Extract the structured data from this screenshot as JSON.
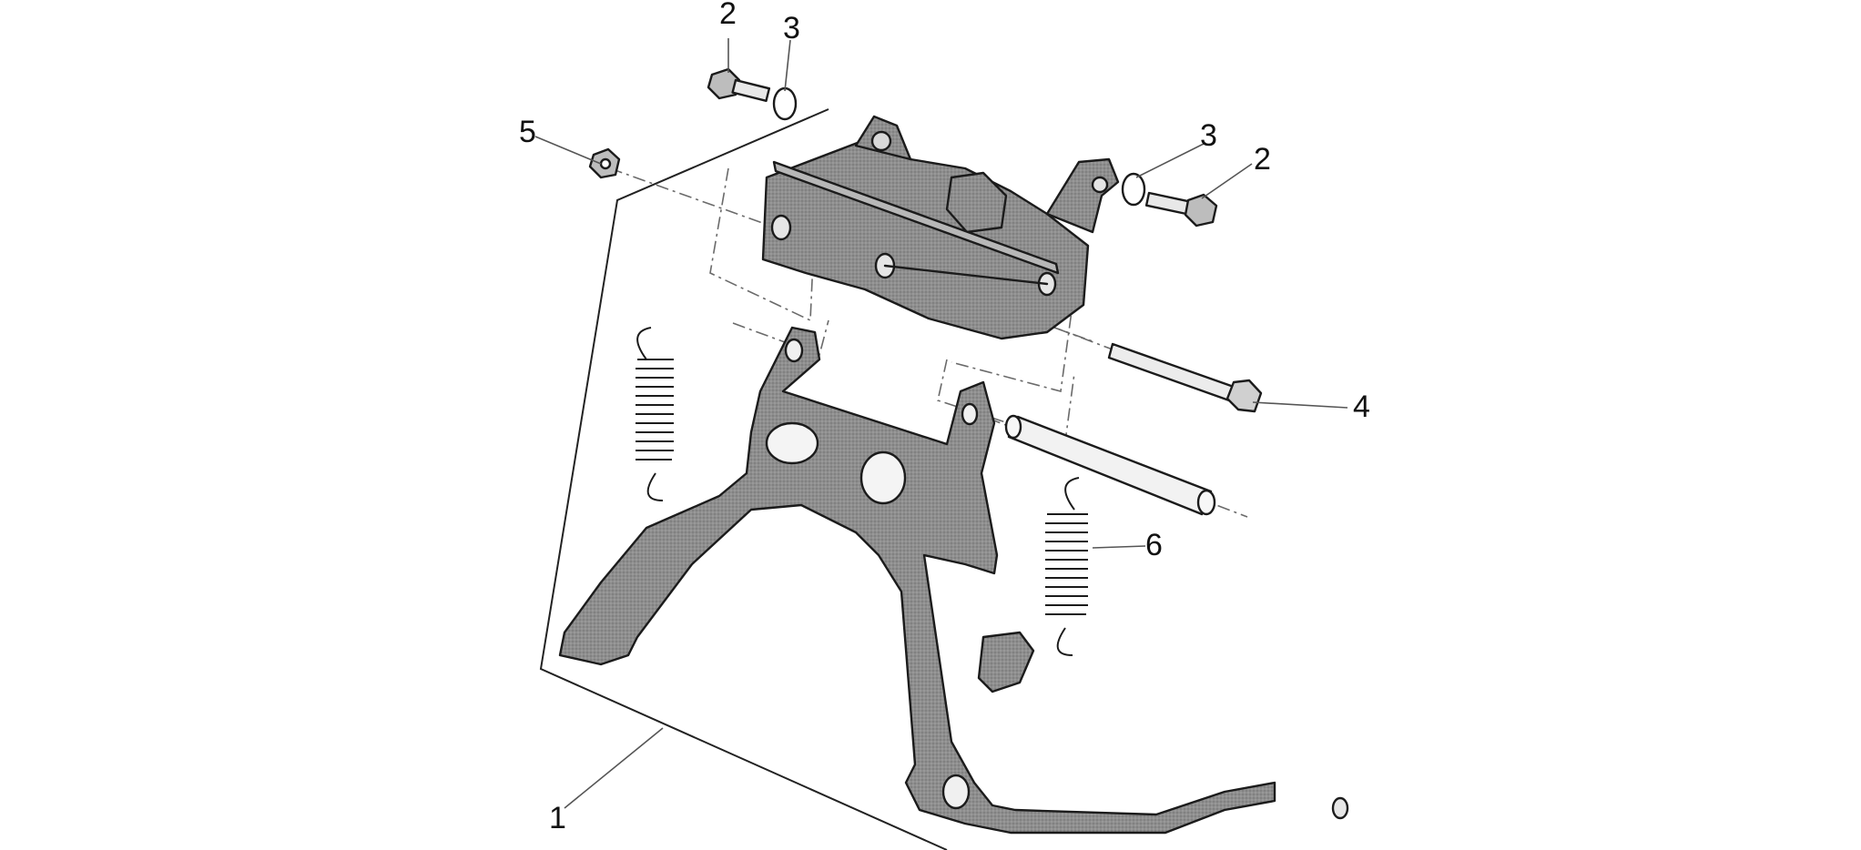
{
  "colors": {
    "part_fill": "#8c8c8c",
    "part_stroke": "#1b1b1b",
    "spring": "#cfcfcf",
    "background": "#ffffff"
  },
  "callouts": [
    {
      "id": "c1",
      "number": "1",
      "part": "stand-assembly"
    },
    {
      "id": "c2a",
      "number": "2",
      "part": "bolt-left"
    },
    {
      "id": "c3a",
      "number": "3",
      "part": "washer-left"
    },
    {
      "id": "c5",
      "number": "5",
      "part": "nut"
    },
    {
      "id": "c3b",
      "number": "3",
      "part": "washer-right"
    },
    {
      "id": "c2b",
      "number": "2",
      "part": "bolt-right"
    },
    {
      "id": "c4",
      "number": "4",
      "part": "pivot-bolt"
    },
    {
      "id": "c6",
      "number": "6",
      "part": "spring-right"
    }
  ]
}
